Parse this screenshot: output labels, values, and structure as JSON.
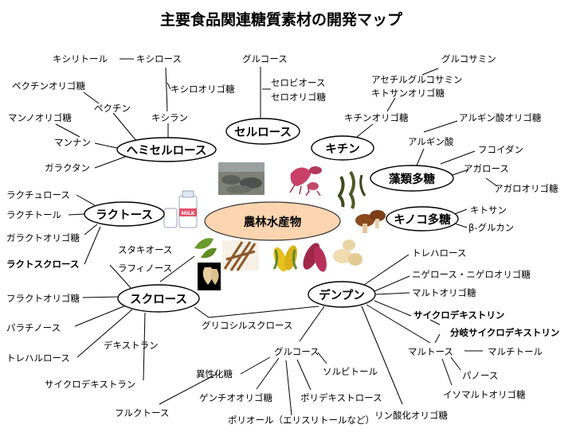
{
  "title": "主要食品関連糖質素材の開発マップ",
  "center": "農林水産物",
  "nodes": {
    "hemicellulose": "ヘミセルロース",
    "cellulose": "セルロース",
    "chitin": "キチン",
    "algae": "藻類多糖",
    "mushroom": "キノコ多糖",
    "lactose": "ラクトース",
    "sucrose": "スクロース",
    "starch": "デンプン"
  },
  "labels": {
    "xylitol": "キシリトール",
    "xylose": "キシロース",
    "xylooligo": "キシロオリゴ糖",
    "xylan": "キシラン",
    "pectin_oligo": "ペクチンオリゴ糖",
    "pectin": "ペクチン",
    "manno_oligo": "マンノオリゴ糖",
    "mannan": "マンナン",
    "galactan": "ガラクタン",
    "glucose_top": "グルコース",
    "cellobiose": "セロビオース",
    "cellooligo": "セロオリゴ糖",
    "glucosamine": "グルコサミン",
    "acetylglucosamine": "アセチルグルコサミン",
    "chitosan_oligo": "キトサンオリゴ糖",
    "chitin_oligo": "キチンオリゴ糖",
    "alginate_oligo": "アルギン酸オリゴ糖",
    "alginate": "アルギン酸",
    "fucoidan": "フコイダン",
    "agarose": "アガロース",
    "agaro_oligo": "アガロオリゴ糖",
    "chitosan": "キトサン",
    "beta_glucan": "β-グルカン",
    "lactulose": "ラクチュロース",
    "lactitol": "ラクチトール",
    "galacto_oligo": "ガラクトオリゴ糖",
    "stachyose": "スタキオース",
    "raffinose": "ラフィノース",
    "lactosucrose": "ラクトスクロース",
    "fructo_oligo": "フラクトオリゴ糖",
    "palatinose": "パラチノース",
    "trehalulose": "トレハルロース",
    "dextran": "デキストラン",
    "cyclodextran": "サイクロデキストラン",
    "glucosylsucrose": "グリコシルスクロース",
    "trehalose": "トレハロース",
    "nigerose": "ニゲロース・ニゲロオリゴ糖",
    "malto_oligo": "マルトオリゴ糖",
    "cyclodextrin": "サイクロデキストリン",
    "branched_cd": "分岐サイクロデキストリン",
    "maltose": "マルトース",
    "maltitol": "マルチトール",
    "panose": "パノース",
    "isomalto_oligo": "イソマルトオリゴ糖",
    "phosphoryl_oligo": "リン酸化オリゴ糖",
    "glucose": "グルコース",
    "isomerization": "異性化糖",
    "sorbitol": "ソルビトール",
    "gentio_oligo": "ゲンチオオリゴ糖",
    "polydextrose": "ポリデキストロース",
    "fructose": "フルクトース",
    "polyol": "ポリオール（エリスリトールなど）"
  },
  "milk_label": "MILK",
  "colors": {
    "center_fill": "#fcd5b0",
    "center_stroke": "#333333"
  }
}
